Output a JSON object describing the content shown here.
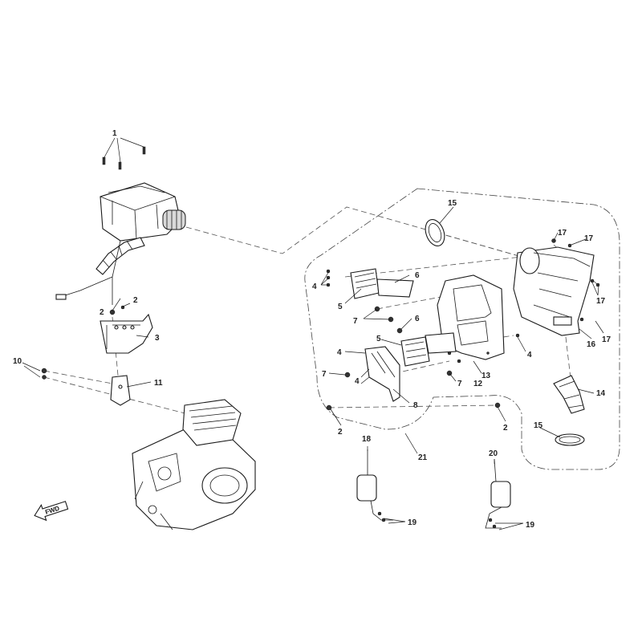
{
  "diagram": {
    "callouts": [
      {
        "id": "c1",
        "text": "1"
      },
      {
        "id": "c2a",
        "text": "2"
      },
      {
        "id": "c2b",
        "text": "2"
      },
      {
        "id": "c2c",
        "text": "2"
      },
      {
        "id": "c2d",
        "text": "2"
      },
      {
        "id": "c3",
        "text": "3"
      },
      {
        "id": "c4a",
        "text": "4"
      },
      {
        "id": "c4b",
        "text": "4"
      },
      {
        "id": "c4c",
        "text": "4"
      },
      {
        "id": "c4d",
        "text": "4"
      },
      {
        "id": "c5a",
        "text": "5"
      },
      {
        "id": "c5b",
        "text": "5"
      },
      {
        "id": "c6a",
        "text": "6"
      },
      {
        "id": "c6b",
        "text": "6"
      },
      {
        "id": "c7a",
        "text": "7"
      },
      {
        "id": "c7b",
        "text": "7"
      },
      {
        "id": "c7c",
        "text": "7"
      },
      {
        "id": "c8",
        "text": "8"
      },
      {
        "id": "c10",
        "text": "10"
      },
      {
        "id": "c11",
        "text": "11"
      },
      {
        "id": "c12",
        "text": "12"
      },
      {
        "id": "c13",
        "text": "13"
      },
      {
        "id": "c14",
        "text": "14"
      },
      {
        "id": "c15a",
        "text": "15"
      },
      {
        "id": "c15b",
        "text": "15"
      },
      {
        "id": "c16",
        "text": "16"
      },
      {
        "id": "c17a",
        "text": "17"
      },
      {
        "id": "c17b",
        "text": "17"
      },
      {
        "id": "c17c",
        "text": "17"
      },
      {
        "id": "c17d",
        "text": "17"
      },
      {
        "id": "c18",
        "text": "18"
      },
      {
        "id": "c19a",
        "text": "19"
      },
      {
        "id": "c19b",
        "text": "19"
      },
      {
        "id": "c20",
        "text": "20"
      },
      {
        "id": "c21",
        "text": "21"
      }
    ],
    "fwd_marker": "FWD"
  }
}
